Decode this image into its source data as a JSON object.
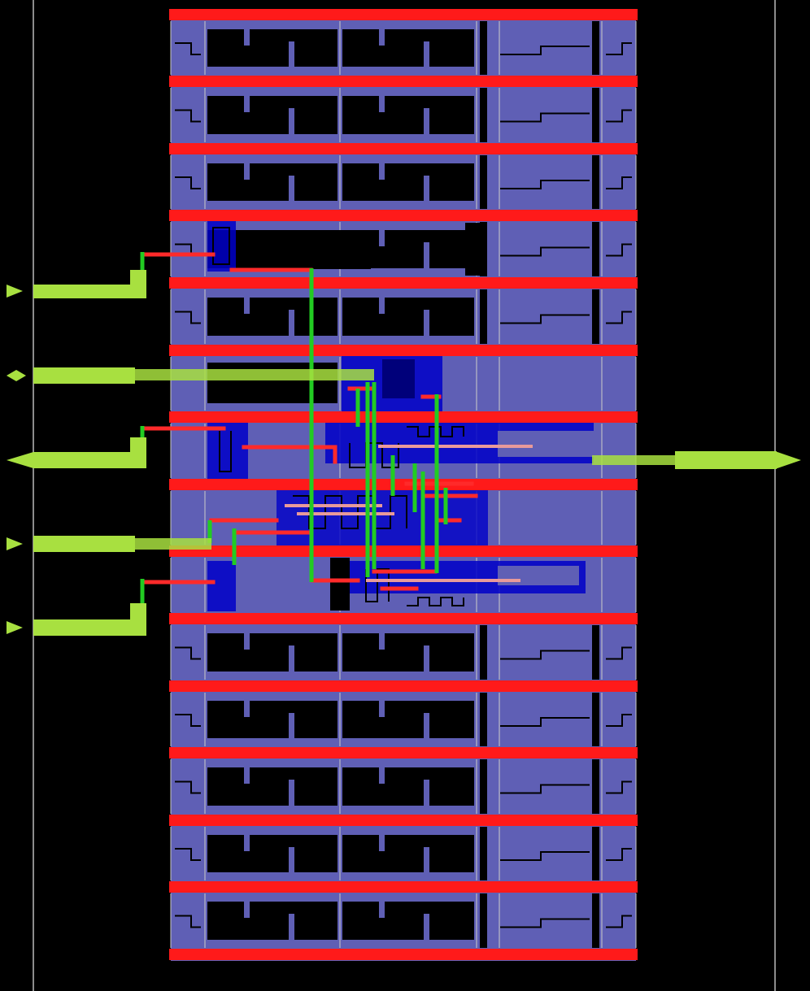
{
  "view": {
    "colors": {
      "background": "#000000",
      "core_fill": "#5f5fb5",
      "power_rail": "#ff1a1a",
      "metal1": "#0000c8",
      "metal2_route": "#ff2a2a",
      "metal3_route": "#22cc22",
      "io_pin": "#a8e040",
      "boundary_line": "#8c8c8c",
      "cell_edge": "#c8c8c8"
    },
    "pins": [
      {
        "side": "left",
        "shape": "triangle"
      },
      {
        "side": "left",
        "shape": "diamond"
      },
      {
        "side": "left",
        "shape": "arrow"
      },
      {
        "side": "left",
        "shape": "triangle"
      },
      {
        "side": "left",
        "shape": "triangle"
      },
      {
        "side": "right",
        "shape": "triangle"
      }
    ]
  }
}
